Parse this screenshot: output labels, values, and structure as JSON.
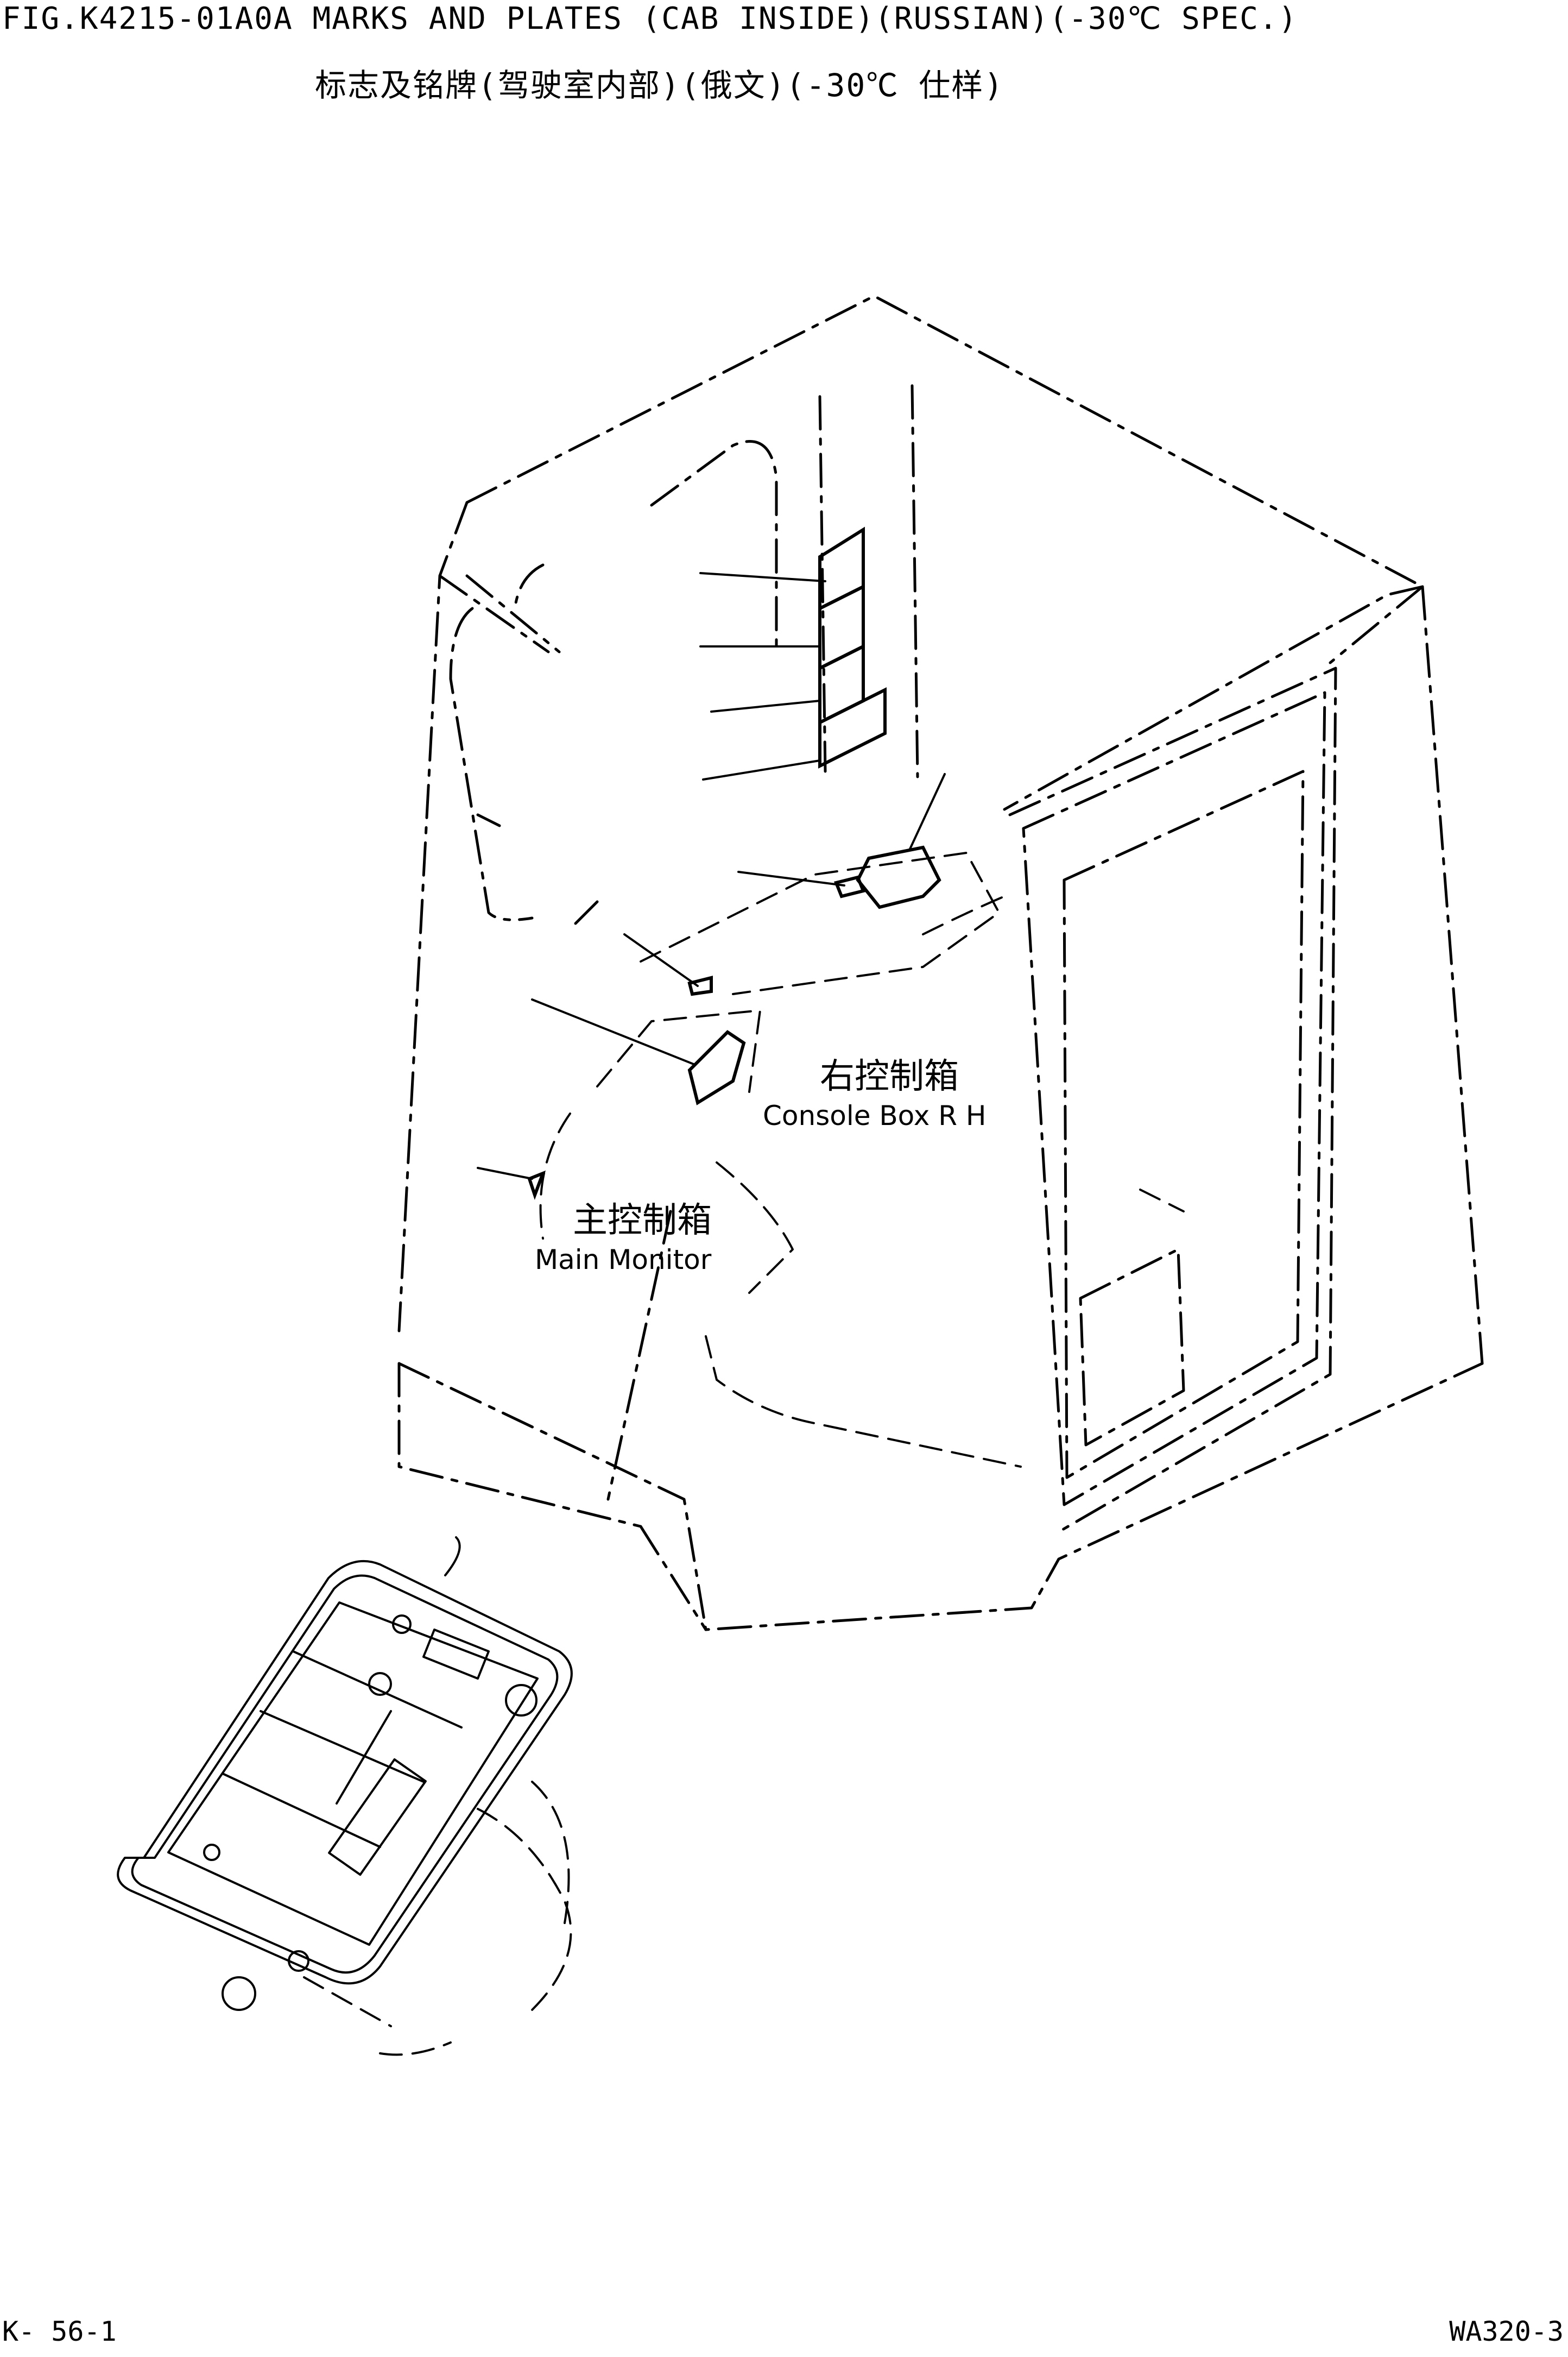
{
  "header": {
    "figure_title": "FIG.K4215-01A0A  MARKS AND PLATES (CAB INSIDE)(RUSSIAN)(-30℃ SPEC.)",
    "figure_subtitle": "标志及铭牌(驾驶室内部)(俄文)(-30℃ 仕样)"
  },
  "callouts": {
    "console_box_rh_cn": "右控制箱",
    "console_box_rh_en": "Console Box R H",
    "main_monitor_cn": "主控制箱",
    "main_monitor_en": "Main Monitor"
  },
  "footer": {
    "page_code": "K- 56-1",
    "model_code": "WA320-3"
  }
}
